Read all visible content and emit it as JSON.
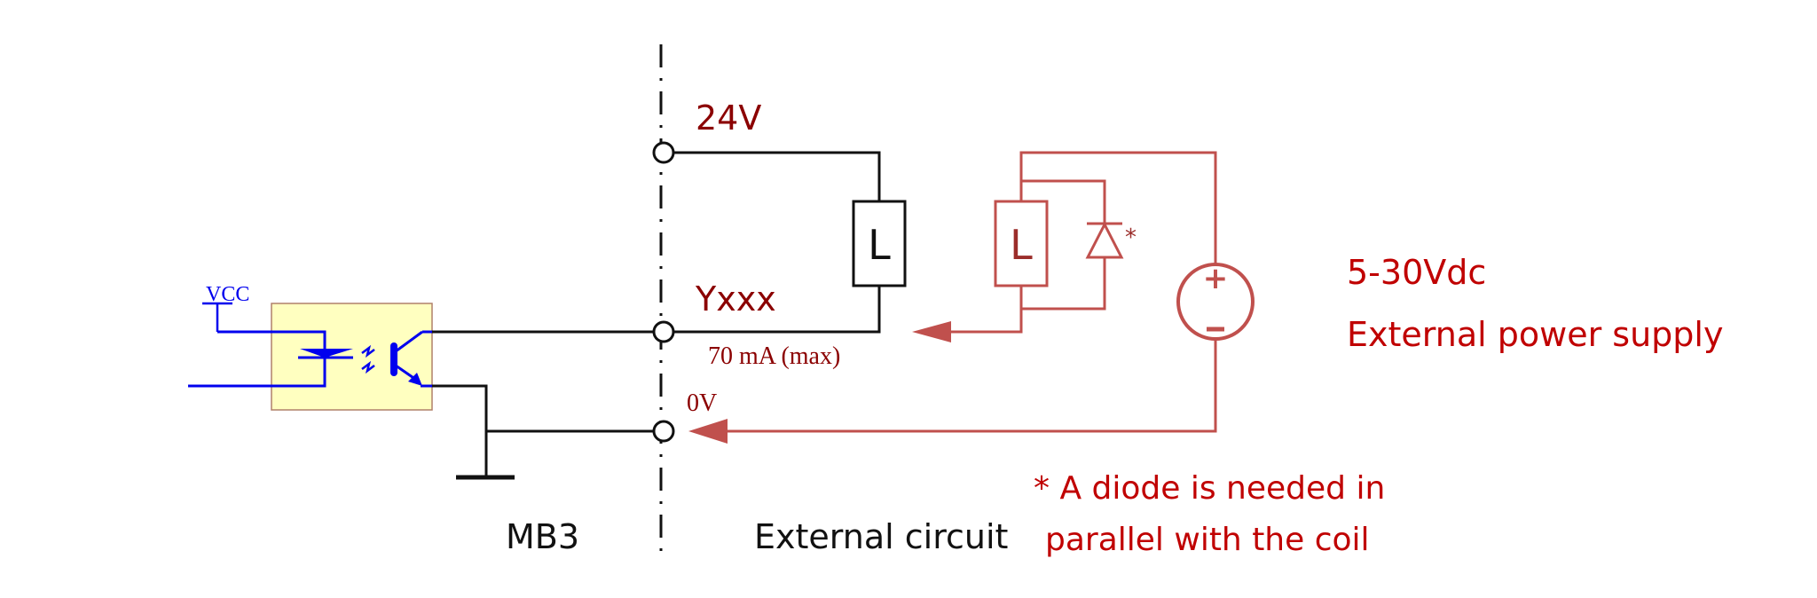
{
  "diagram": {
    "title": "Transistor output wiring (sink) with external power supply",
    "colors": {
      "wire": "#111111",
      "label_dark_red": "#8b0000",
      "external_red": "#c0504d",
      "note_red": "#c00000",
      "optocoupler_blue": "#0000ee",
      "optocoupler_fill": "#ffffc0",
      "optocoupler_border": "#b0806a"
    },
    "optocoupler": {
      "vcc_label": "VCC"
    },
    "terminals": {
      "t24v": "24V",
      "yxxx": "Yxxx",
      "current_rating": "70 mA (max)",
      "zero_v": "0V"
    },
    "internal_load": {
      "label": "L"
    },
    "external_load": {
      "label": "L",
      "diode_mark": "*"
    },
    "power_source": {
      "plus": "+",
      "minus": "-",
      "voltage": "5-30Vdc",
      "description": "External power supply"
    },
    "sections": {
      "left": "MB3",
      "right": "External circuit"
    },
    "note": {
      "line1": "* A diode is needed in",
      "line2": "parallel with the coil"
    }
  }
}
